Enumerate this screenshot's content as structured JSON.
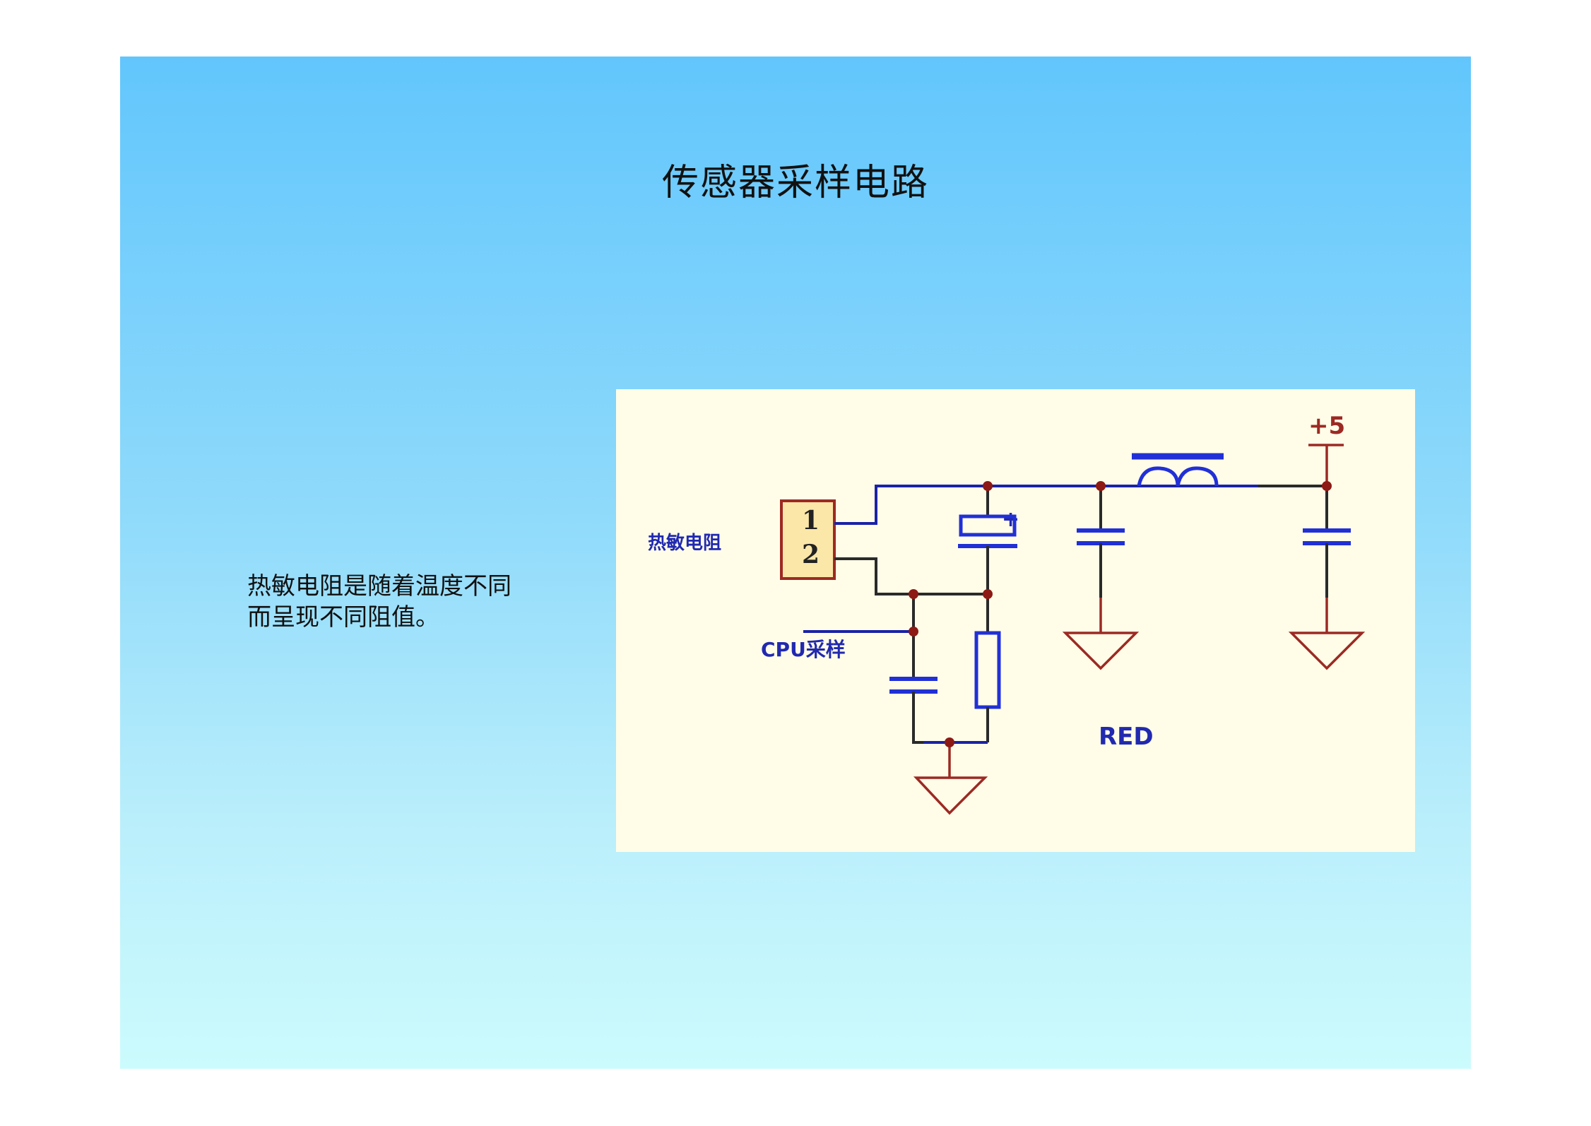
{
  "slide": {
    "title": "传感器采样电路",
    "body_lines": [
      "热敏电阻是随着温度不同",
      "而呈现不同阻值。"
    ]
  },
  "diagram": {
    "labels": {
      "thermistor": "热敏电阻",
      "cpu_sample": "CPU采样",
      "power": "+5",
      "pin1": "1",
      "pin2": "2",
      "cap_plus": "+",
      "watermark": "RED"
    },
    "colors": {
      "panel_bg": "#fffde8",
      "wire": "#1a23a6",
      "component": "#2130d6",
      "ground": "#9c2a23",
      "junction": "#8d1a14",
      "connector_fill": "#fbe7a8",
      "connector_border": "#9c2a23"
    }
  }
}
